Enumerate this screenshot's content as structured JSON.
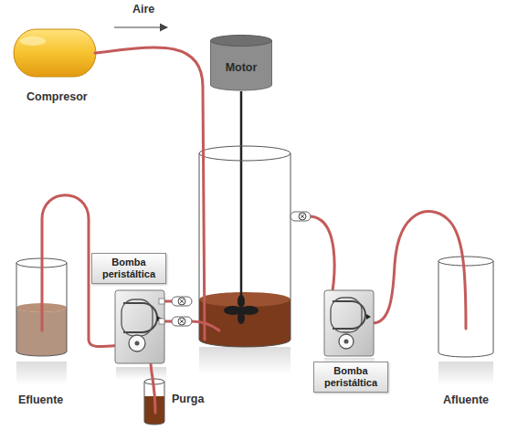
{
  "diagram": {
    "nodes": [
      {
        "text": [
          "Motor"
        ]
      },
      {
        "text": [
          "Bomba peristáltica"
        ]
      },
      {
        "text": [
          "Bomba peristáltica"
        ]
      }
    ],
    "labels": [
      "Aire",
      "Compresor",
      "Efluente",
      "Purga",
      "Afluente"
    ]
  }
}
